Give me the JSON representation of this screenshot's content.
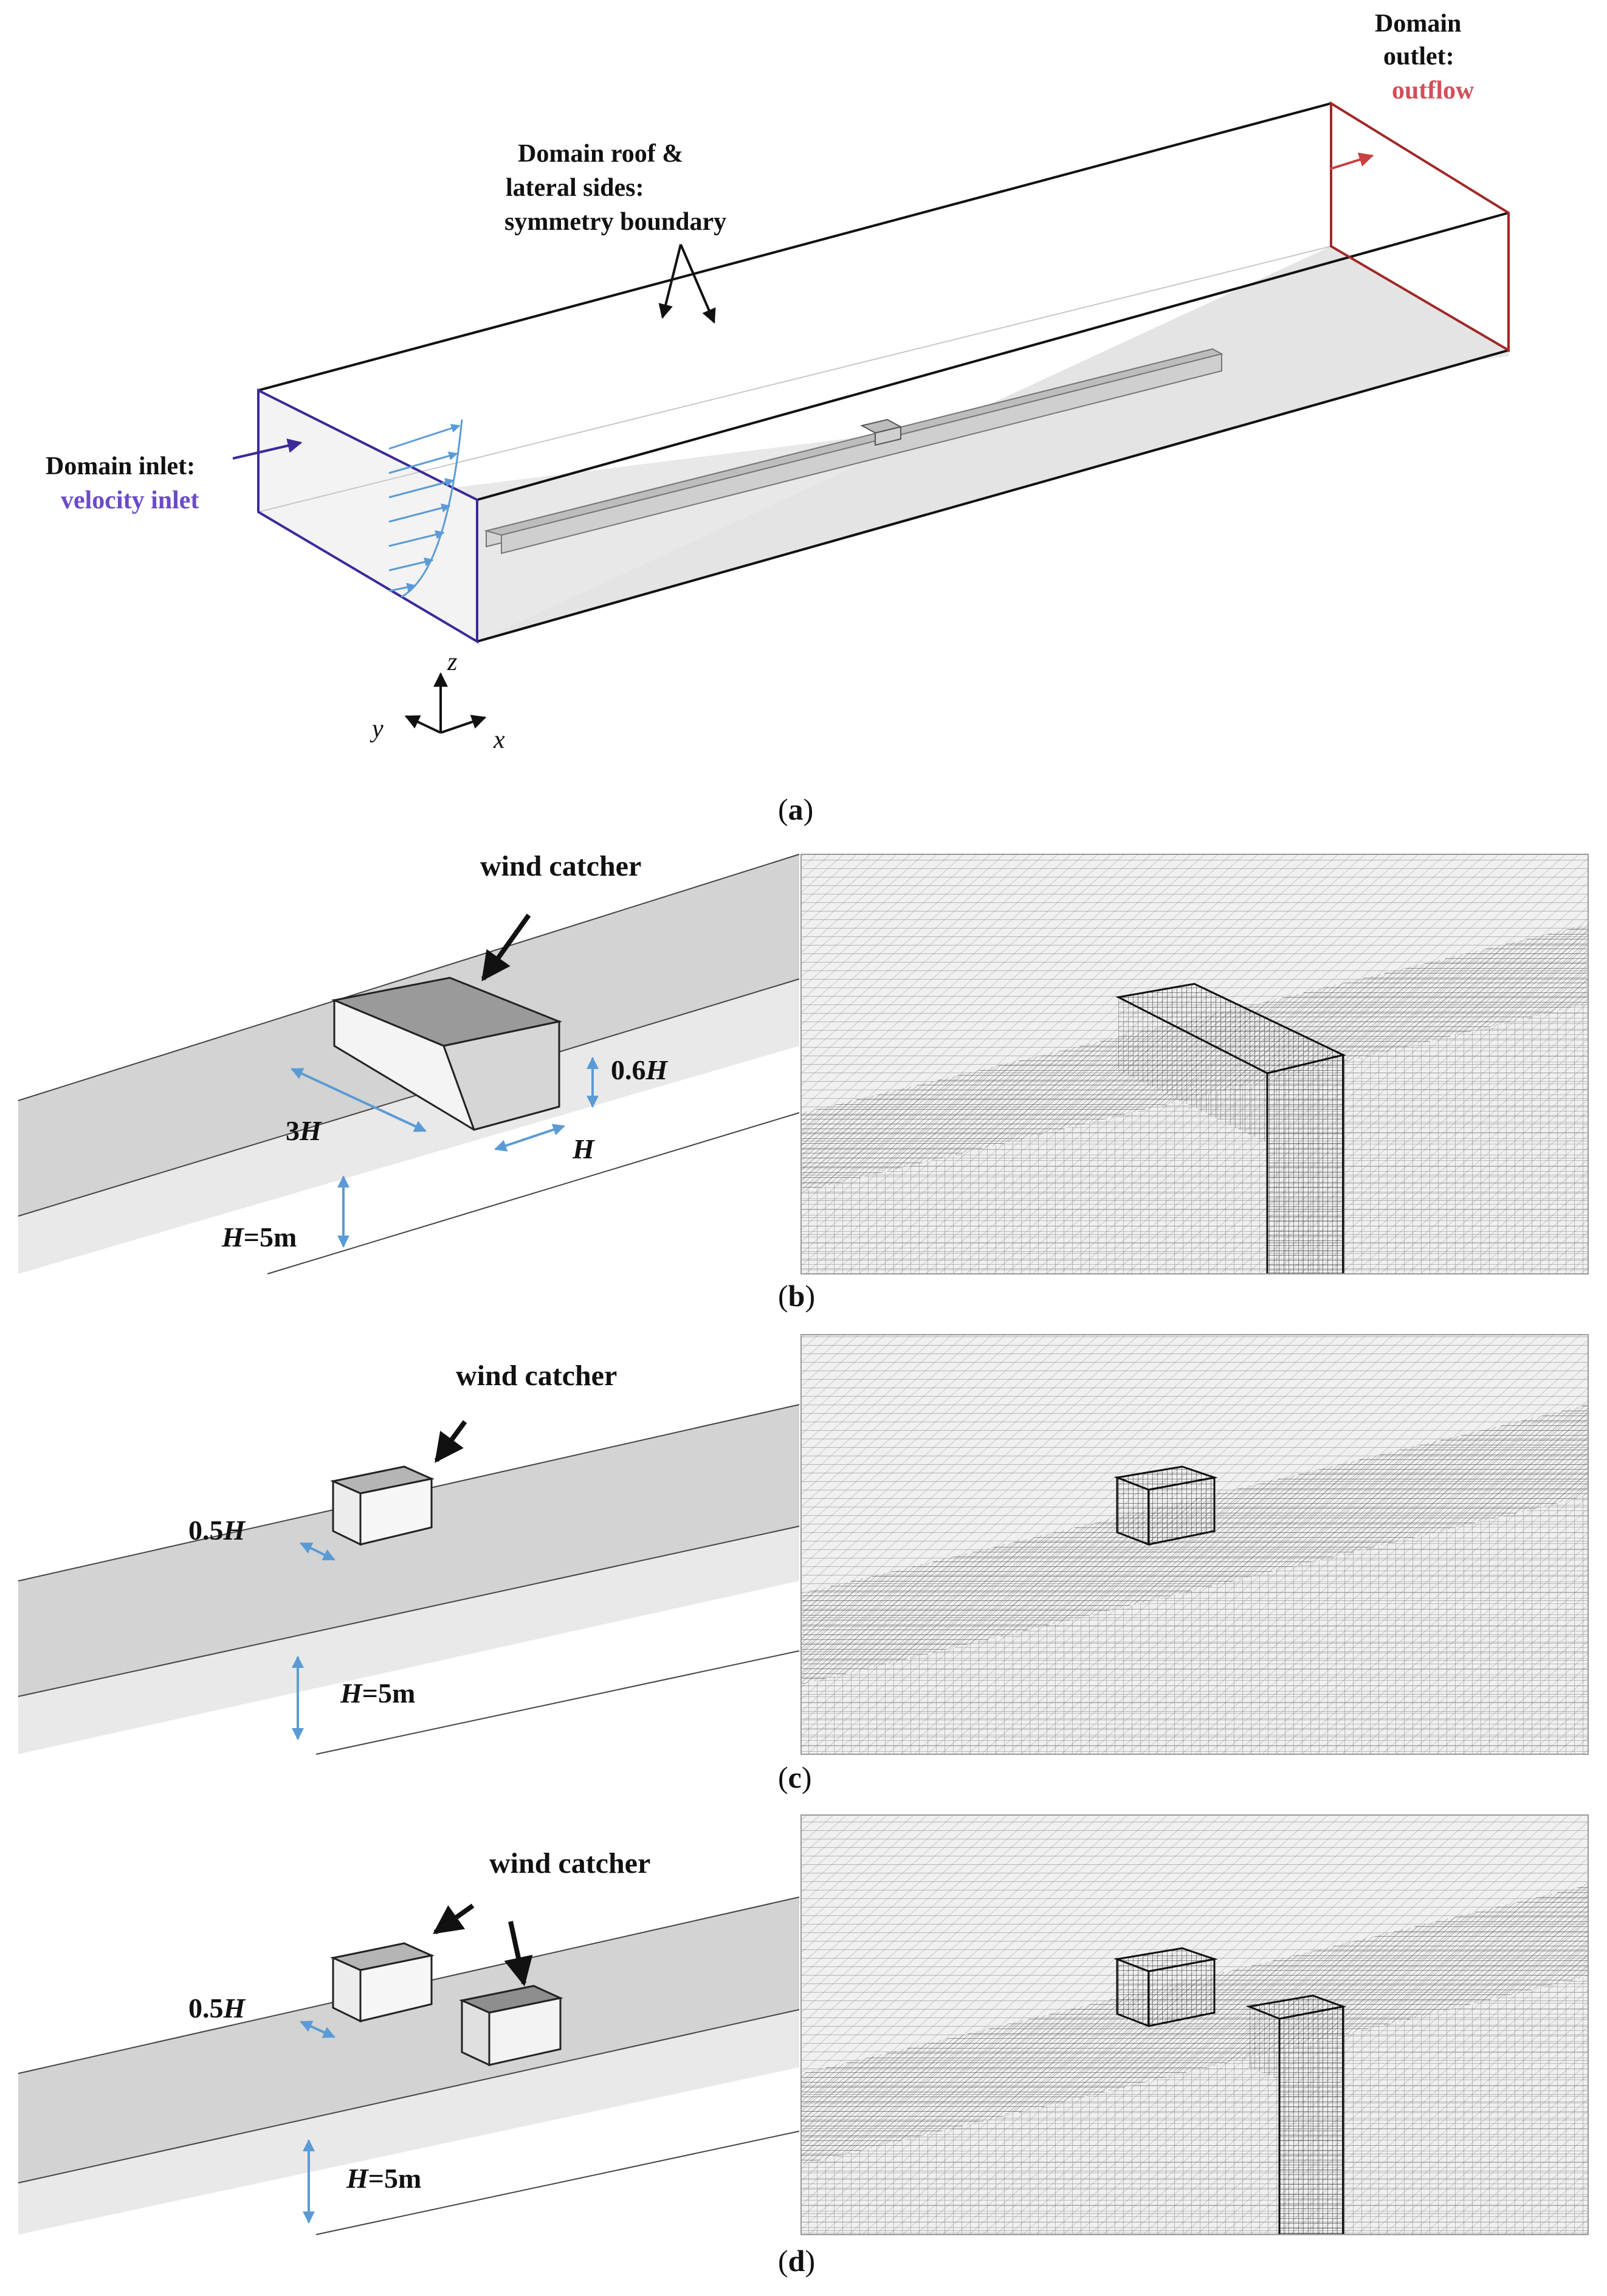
{
  "panel_a": {
    "inlet_label": "Domain inlet:",
    "inlet_type": "velocity inlet",
    "roof_line1": "Domain roof &",
    "roof_line2": "lateral sides:",
    "roof_line3": "symmetry boundary",
    "outlet_line1": "Domain",
    "outlet_line2": "outlet:",
    "outlet_type": "outflow",
    "axis_z": "z",
    "axis_y": "y",
    "axis_x": "x",
    "caption": "a"
  },
  "panel_b": {
    "wind_catcher": "wind catcher",
    "dim_height_num": "0.6",
    "dim_height_var": "H",
    "dim_length_num": "3",
    "dim_length_var": "H",
    "dim_width_var": "H",
    "dim_street_var": "H",
    "dim_street_value": "=5m",
    "caption": "b"
  },
  "panel_c": {
    "wind_catcher": "wind catcher",
    "dim_width_num": "0.5",
    "dim_width_var": "H",
    "dim_street_var": "H",
    "dim_street_value": "=5m",
    "caption": "c"
  },
  "panel_d": {
    "wind_catcher": "wind catcher",
    "dim_width_num": "0.5",
    "dim_width_var": "H",
    "dim_street_var": "H",
    "dim_street_value": "=5m",
    "caption": "d"
  },
  "colors": {
    "inlet": "#3a2a9a",
    "inlet_text": "#6b4bc8",
    "outlet": "#a02828",
    "outlet_text": "#d0505a",
    "dimension": "#5b9bd5",
    "ground": "#e6e6e6",
    "street": "#d2d2d2"
  }
}
